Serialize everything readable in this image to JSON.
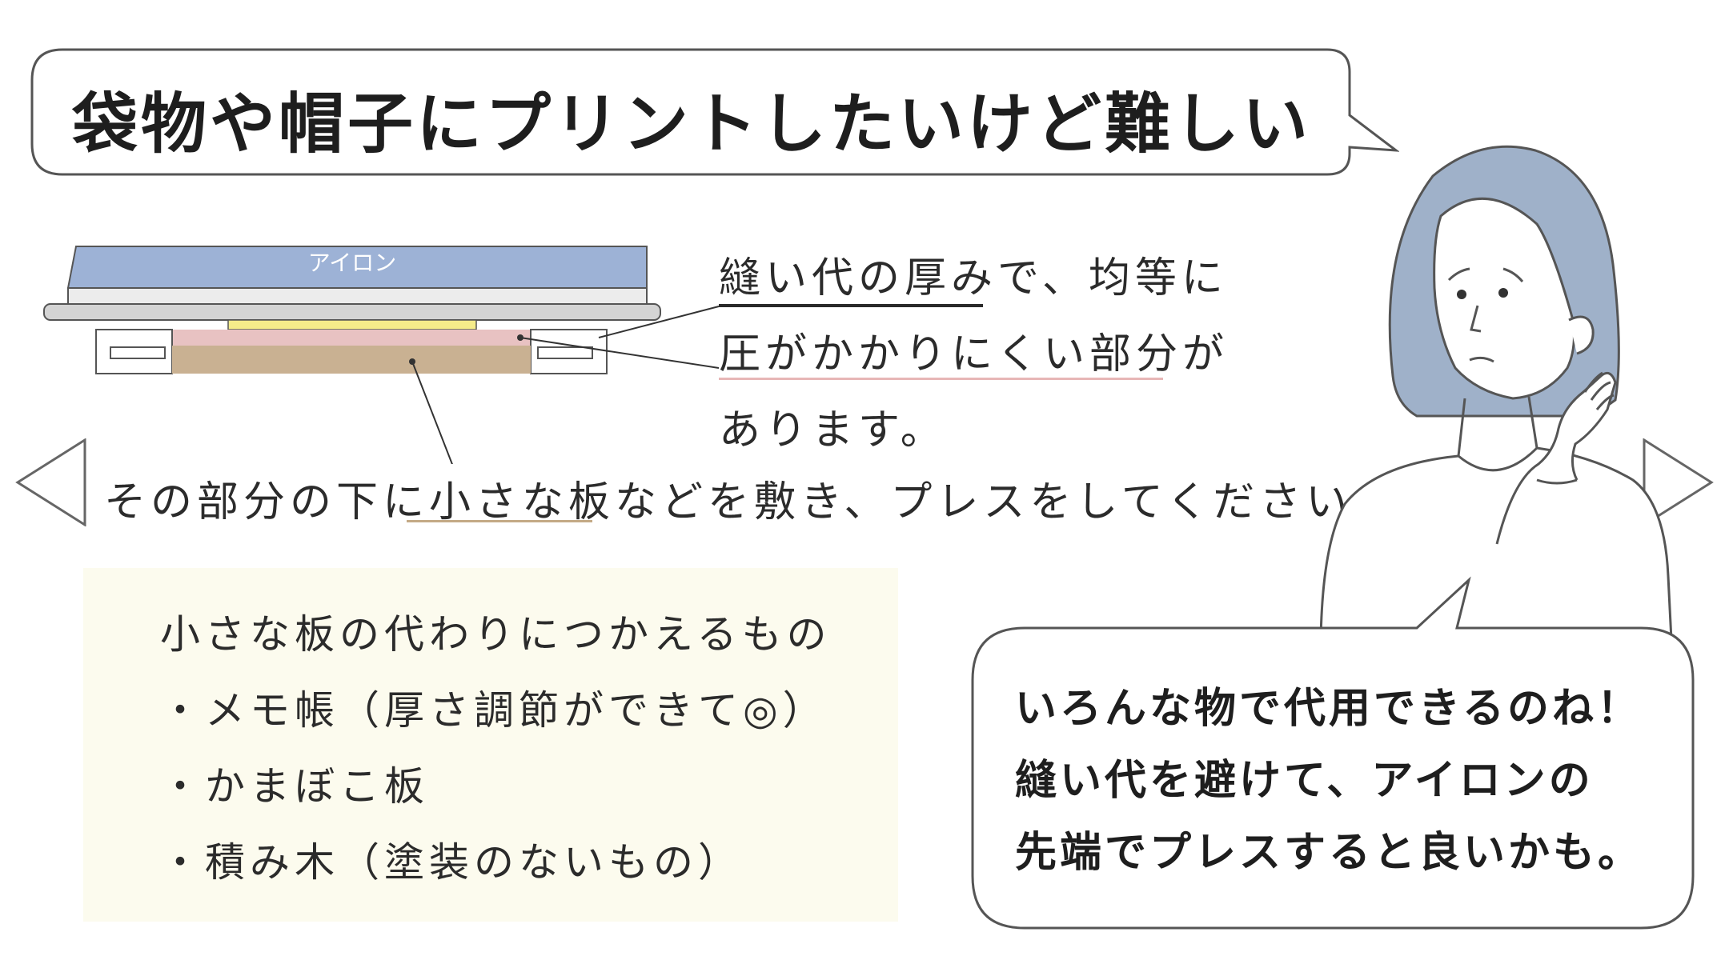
{
  "title": "袋物や帽子にプリントしたいけど難しい",
  "diagram": {
    "iron_label": "アイロン",
    "colors": {
      "iron": "#9db2d6",
      "plate": "#d4d4d4",
      "transfer": "#f5ec8a",
      "fabric": "#e8c2c2",
      "board": "#c9b192",
      "outline": "#555555"
    }
  },
  "description": {
    "line1": "縫い代の厚みで、均等に",
    "line2": "圧がかかりにくい部分が",
    "line3": "あります。"
  },
  "instruction": "その部分の下に小さな板などを敷き、プレスをしてください。",
  "tips": {
    "title": "小さな板の代わりにつかえるもの",
    "items": [
      "・メモ帳（厚さ調節ができて◎）",
      "・かまぼこ板",
      "・積み木（塗装のないもの）"
    ]
  },
  "speech": {
    "line1": "いろんな物で代用できるのね！",
    "line2": "縫い代を避けて、アイロンの",
    "line3": "先端でプレスすると良いかも。"
  },
  "navigation": {
    "prev_icon": "triangle-left-icon",
    "next_icon": "triangle-right-icon"
  },
  "colors": {
    "hair": "#9fb1c9",
    "tip_background": "#fcfbee",
    "bubble_stroke": "#555555"
  }
}
